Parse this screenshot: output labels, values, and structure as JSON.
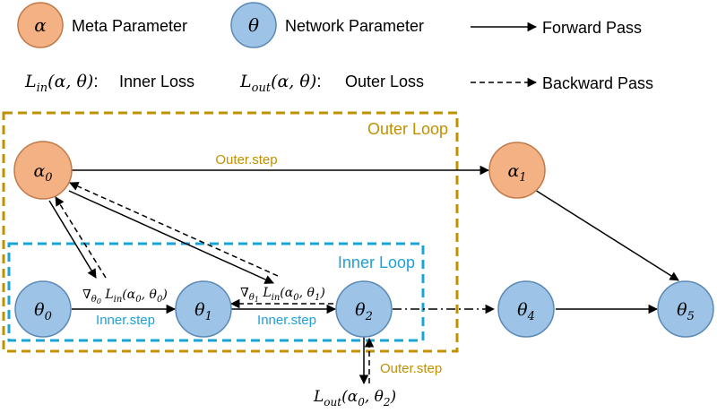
{
  "legend": {
    "alpha_symbol": "α",
    "meta_label": "Meta Parameter",
    "theta_symbol": "θ",
    "network_label": "Network Parameter",
    "forward_label": "Forward Pass",
    "backward_label": "Backward Pass",
    "inner_loss_label": "Inner Loss",
    "outer_loss_label": "Outer Loss"
  },
  "loops": {
    "outer_title": "Outer Loop",
    "inner_title": "Inner Loop"
  },
  "steps": {
    "outer_step_top": "Outer.step",
    "outer_step_bottom": "Outer.step",
    "inner_step_1": "Inner.step",
    "inner_step_2": "Inner.step"
  },
  "nodes": {
    "alpha0": "α0",
    "alpha1": "α1",
    "theta0": "θ0",
    "theta1": "θ1",
    "theta2": "θ2",
    "theta4": "θ4",
    "theta5": "θ5"
  },
  "colors": {
    "meta_fill": "#F4B183",
    "meta_stroke": "#C07A4A",
    "net_fill": "#9DC3E6",
    "net_stroke": "#5B89B5",
    "outer_loop": "#BF9000",
    "inner_loop": "#1BA3D6",
    "outer_text": "#C09000",
    "inner_text": "#1FA0D8",
    "ink": "#000000"
  }
}
